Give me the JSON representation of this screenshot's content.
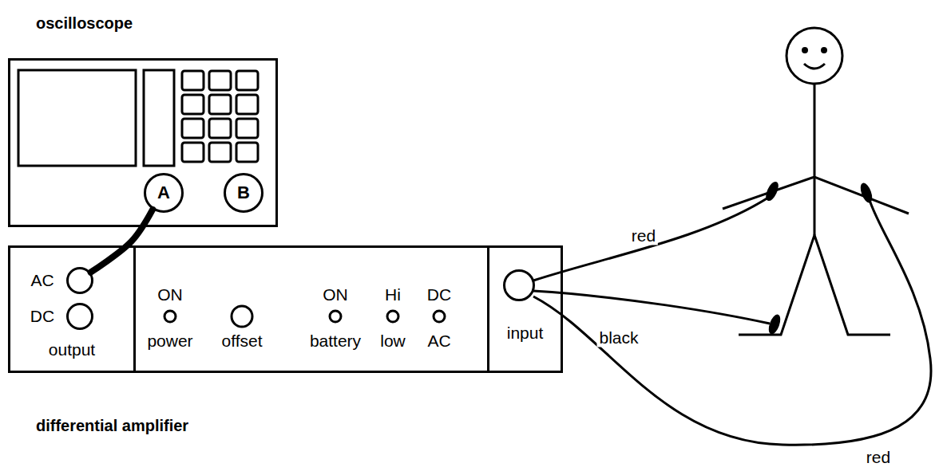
{
  "diagram": {
    "nodes": [
      {
        "text": [
          "oscilloscope"
        ]
      },
      {
        "text": [
          "A"
        ],
        "in": 0
      },
      {
        "text": [
          "B"
        ],
        "in": 0
      },
      {
        "text": [
          "differential amplifier"
        ]
      },
      {
        "text": [
          "output"
        ],
        "in": 3
      },
      {
        "text": [
          "AC"
        ],
        "in": 4
      },
      {
        "text": [
          "DC"
        ],
        "in": 4
      },
      {
        "text": [
          "input"
        ],
        "in": 3
      }
    ],
    "edges": [
      {
        "from": 5,
        "to": 1,
        "arrow": "none"
      }
    ],
    "labels": [
      "ON",
      "power",
      "offset",
      "ON",
      "battery",
      "Hi",
      "low",
      "DC",
      "AC",
      "red",
      "black",
      "red"
    ]
  }
}
